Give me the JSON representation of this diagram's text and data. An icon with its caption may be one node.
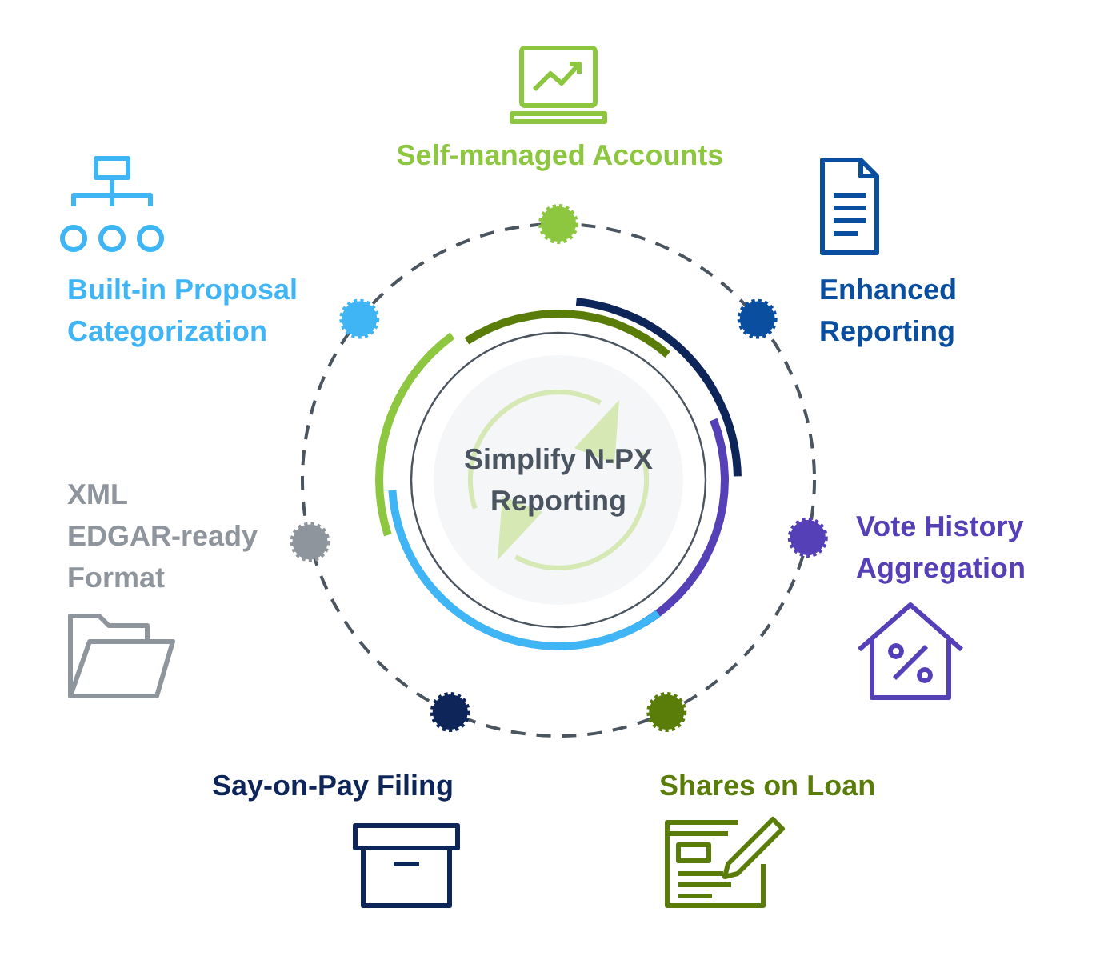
{
  "diagram": {
    "nodes": [
      {
        "text": [
          "Self-managed Accounts"
        ]
      },
      {
        "text": [
          "Built-in Proposal Categorization"
        ]
      },
      {
        "text": [
          "Enhanced Reporting"
        ]
      },
      {
        "text": [
          "Simplify N-PX Reporting"
        ]
      },
      {
        "text": [
          "XML EDGAR-ready Format"
        ]
      },
      {
        "text": [
          "Vote History Aggregation"
        ]
      },
      {
        "text": [
          "Say-on-Pay Filing"
        ]
      },
      {
        "text": [
          "Shares on Loan"
        ]
      }
    ]
  }
}
